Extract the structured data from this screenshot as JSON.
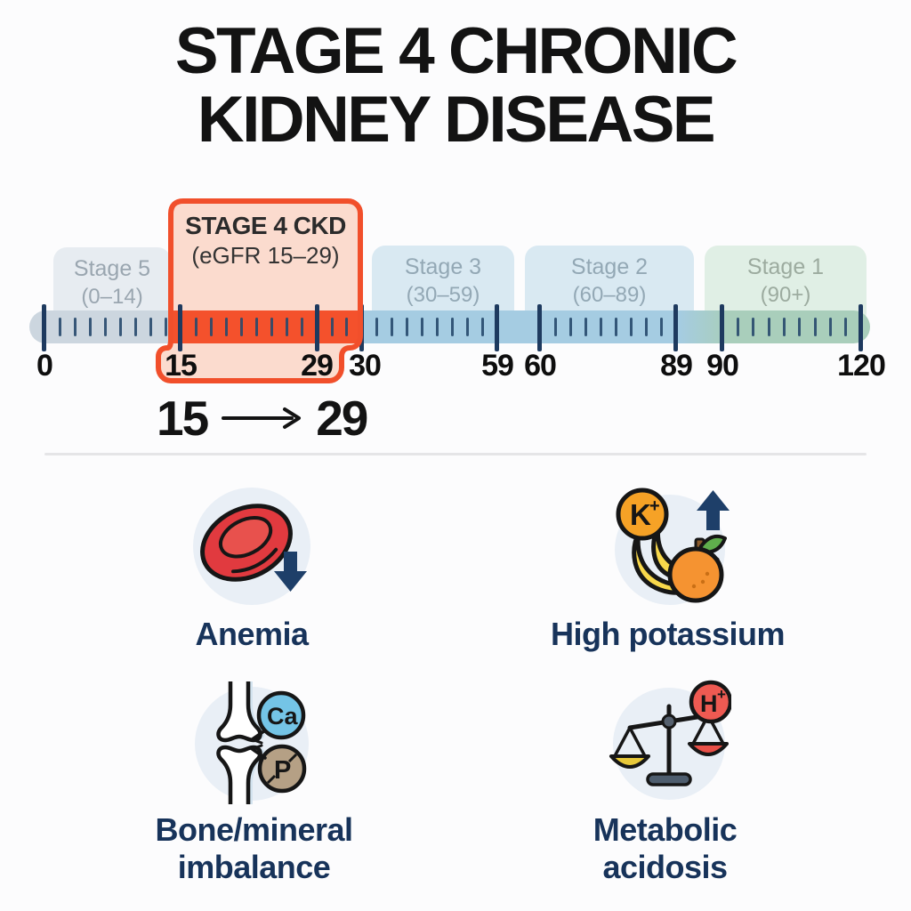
{
  "title": {
    "line1": "STAGE 4 CHRONIC",
    "line2": "KIDNEY DISEASE"
  },
  "scale": {
    "axis_min": 0,
    "axis_max": 120,
    "unit": "eGFR",
    "stages": [
      {
        "name": "Stage 5",
        "range": "(0–14)",
        "box_bg": "#e7ecf1",
        "band_color": "#ccd6df",
        "text_color": "#9aa6b0"
      },
      {
        "name": "STAGE 4 CKD",
        "range": "(eGFR 15–29)",
        "box_bg": "#fbdbce",
        "band_color": "#f4512c",
        "border_color": "#f14f2b",
        "text_color": "#2b2b2b",
        "highlighted": true
      },
      {
        "name": "Stage 3",
        "range": "(30–59)",
        "box_bg": "#d9e9f2",
        "band_color": "#a5cce2",
        "text_color": "#93a8b5"
      },
      {
        "name": "Stage 2",
        "range": "(60–89)",
        "box_bg": "#d9e9f2",
        "band_color": "#a5cce2",
        "text_color": "#93a8b5"
      },
      {
        "name": "Stage 1",
        "range": "(90+)",
        "box_bg": "#e0efe5",
        "band_color": "#a9cebb",
        "text_color": "#9cab9f"
      }
    ],
    "tick_labels": [
      "0",
      "15",
      "29",
      "30",
      "59",
      "60",
      "89",
      "90",
      "120"
    ],
    "annotation": {
      "from": "15",
      "to": "29",
      "arrow": "right-arrow"
    }
  },
  "complications": [
    {
      "label": "Anemia",
      "icon": "red-blood-cell-with-down-arrow",
      "trend": "down"
    },
    {
      "label": "High potassium",
      "icon": "bananas-orange-with-up-arrow",
      "badge": "K",
      "badge_sup": "+",
      "trend": "up"
    },
    {
      "label_line1": "Bone/mineral",
      "label_line2": "imbalance",
      "icon": "knee-joint-with-mineral-badges",
      "badge1": "Ca",
      "badge2": "P"
    },
    {
      "label_line1": "Metabolic",
      "label_line2": "acidosis",
      "icon": "balance-scale-with-acid-badge",
      "badge": "H",
      "badge_sup": "+"
    }
  ],
  "colors": {
    "background": "#fcfcfd",
    "title": "#131313",
    "highlight_orange": "#f14f2b",
    "highlight_fill": "#fbdbce",
    "tick_navy": "#1e3a5f",
    "label_navy": "#17335a",
    "icon_circle_bg": "#e9eff6"
  }
}
